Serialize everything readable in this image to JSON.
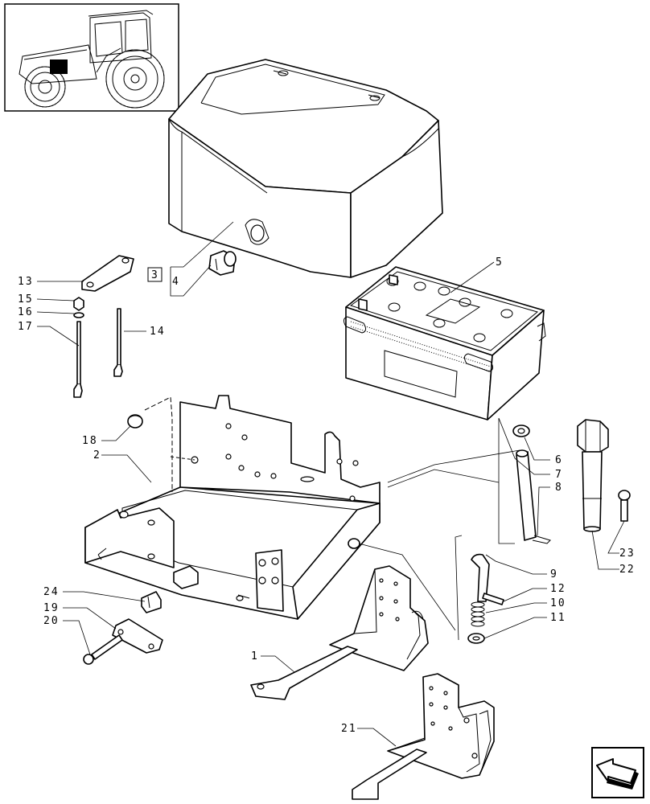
{
  "callouts": [
    {
      "id": "c1",
      "label": "1"
    },
    {
      "id": "c2",
      "label": "2"
    },
    {
      "id": "c3",
      "label": "3"
    },
    {
      "id": "c4",
      "label": "4"
    },
    {
      "id": "c5",
      "label": "5"
    },
    {
      "id": "c6",
      "label": "6"
    },
    {
      "id": "c7",
      "label": "7"
    },
    {
      "id": "c8",
      "label": "8"
    },
    {
      "id": "c9",
      "label": "9"
    },
    {
      "id": "c10",
      "label": "10"
    },
    {
      "id": "c11",
      "label": "11"
    },
    {
      "id": "c12",
      "label": "12"
    },
    {
      "id": "c13",
      "label": "13"
    },
    {
      "id": "c14",
      "label": "14"
    },
    {
      "id": "c15",
      "label": "15"
    },
    {
      "id": "c16",
      "label": "16"
    },
    {
      "id": "c17",
      "label": "17"
    },
    {
      "id": "c18",
      "label": "18"
    },
    {
      "id": "c19",
      "label": "19"
    },
    {
      "id": "c20",
      "label": "20"
    },
    {
      "id": "c21",
      "label": "21"
    },
    {
      "id": "c22",
      "label": "22"
    },
    {
      "id": "c23",
      "label": "23"
    },
    {
      "id": "c24",
      "label": "24"
    }
  ],
  "icons": {
    "thumbnail": "tractor-thumbnail-icon",
    "navigation": "next-page-arrow-icon"
  }
}
